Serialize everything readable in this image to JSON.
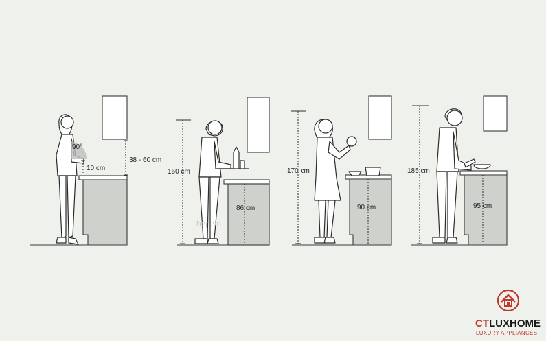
{
  "labels": {
    "angle": "90°",
    "elbow_gap": "10 cm",
    "wall_gap": "38 - 60 cm",
    "height_160": "160 cm",
    "counter_86": "86 cm",
    "height_170": "170 cm",
    "counter_90": "90 cm",
    "height_185": "185 cm",
    "counter_95": "95 cm"
  },
  "watermark": "bep.vn",
  "brand": {
    "name_part1": "CT",
    "name_part2": "LUXHOME",
    "tagline": "LUXURY APPLIANCES",
    "color_primary": "#c0392b",
    "color_dark": "#1a1a1a"
  },
  "colors": {
    "background": "#eef1ec",
    "counter_fill": "#cfd1cd",
    "line": "#2b2b2b"
  }
}
